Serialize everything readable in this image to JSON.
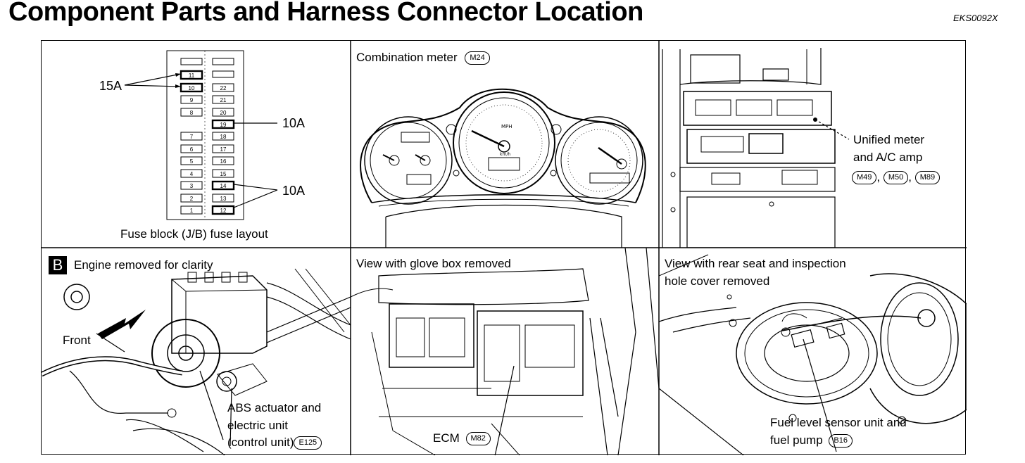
{
  "header": {
    "title": "Component Parts and Harness Connector Location",
    "code": "EKS0092X"
  },
  "fuse_panel": {
    "caption": "Fuse block (J/B) fuse layout",
    "left_label": "15A",
    "right_label_top": "10A",
    "right_label_bottom": "10A",
    "left_fuses": [
      "11",
      "10",
      "9",
      "8",
      "7",
      "6",
      "5",
      "4",
      "3",
      "2",
      "1"
    ],
    "right_fuses": [
      "22",
      "21",
      "20",
      "19",
      "18",
      "17",
      "16",
      "15",
      "14",
      "13",
      "12"
    ]
  },
  "meter_panel": {
    "label": "Combination meter",
    "connector": "M24"
  },
  "amp_panel": {
    "label_line1": "Unified meter",
    "label_line2": "and A/C amp",
    "connectors": [
      "M49",
      "M50",
      "M89"
    ]
  },
  "abs_panel": {
    "tag": "B",
    "note": "Engine removed for clarity",
    "front_label": "Front",
    "label_line1": "ABS actuator and",
    "label_line2": "electric unit",
    "label_line3": "(control unit)",
    "connector": "E125"
  },
  "ecm_panel": {
    "label": "View with glove box removed",
    "component": "ECM",
    "connector": "M82"
  },
  "fuel_panel": {
    "label_line1": "View with rear seat and inspection",
    "label_line2": "hole cover removed",
    "comp_line1": "Fuel level sensor unit and",
    "comp_line2": "fuel pump",
    "connector": "B16"
  }
}
